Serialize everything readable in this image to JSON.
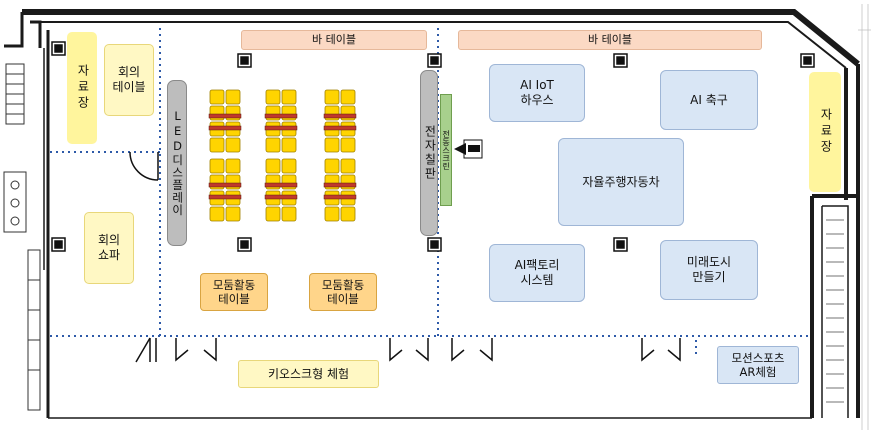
{
  "labels": {
    "bar_table_left": "바 테이블",
    "bar_table_right": "바 테이블",
    "materials_left": "자료장",
    "materials_right": "자료장",
    "meeting_table": "회의\n테이블",
    "meeting_sofa": "회의\n쇼파",
    "led_display": "LED디스플레이",
    "e_board": "전자칠판",
    "motor_screen": "전동스크린",
    "ai_iot_house": "AI IoT\n하우스",
    "ai_soccer": "AI 축구",
    "autonomous_car": "자율주행자동차",
    "ai_factory": "AI팩토리\n시스템",
    "future_city": "미래도시\n만들기",
    "group_table_1": "모둠활동\n테이블",
    "group_table_2": "모둠활동\n테이블",
    "kiosk": "키오스크형 체험",
    "motion_sports": "모션스포츠\nAR체험"
  },
  "colors": {
    "wall": "#1a1a1a",
    "dotted_partition": "#2e5aa8",
    "chair": "#ffd400",
    "desk": "#c0392b",
    "materials": "#fff59d",
    "bar_table": "#fbd9c4",
    "exhibit": "#d9e6f5",
    "group_table": "#ffd58a",
    "board": "#bdbdbd",
    "screen": "#a8d08d"
  }
}
